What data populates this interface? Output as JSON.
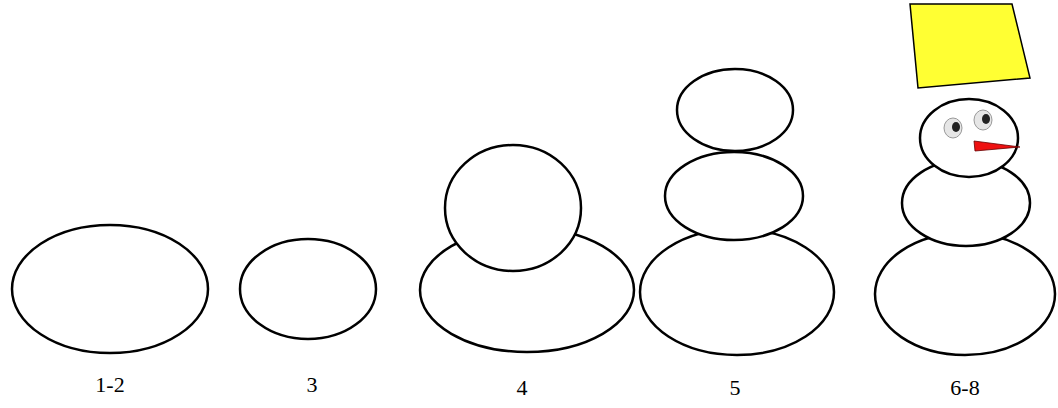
{
  "diagram": {
    "labels": [
      "1-2",
      "3",
      "4",
      "5",
      "6-8"
    ]
  }
}
